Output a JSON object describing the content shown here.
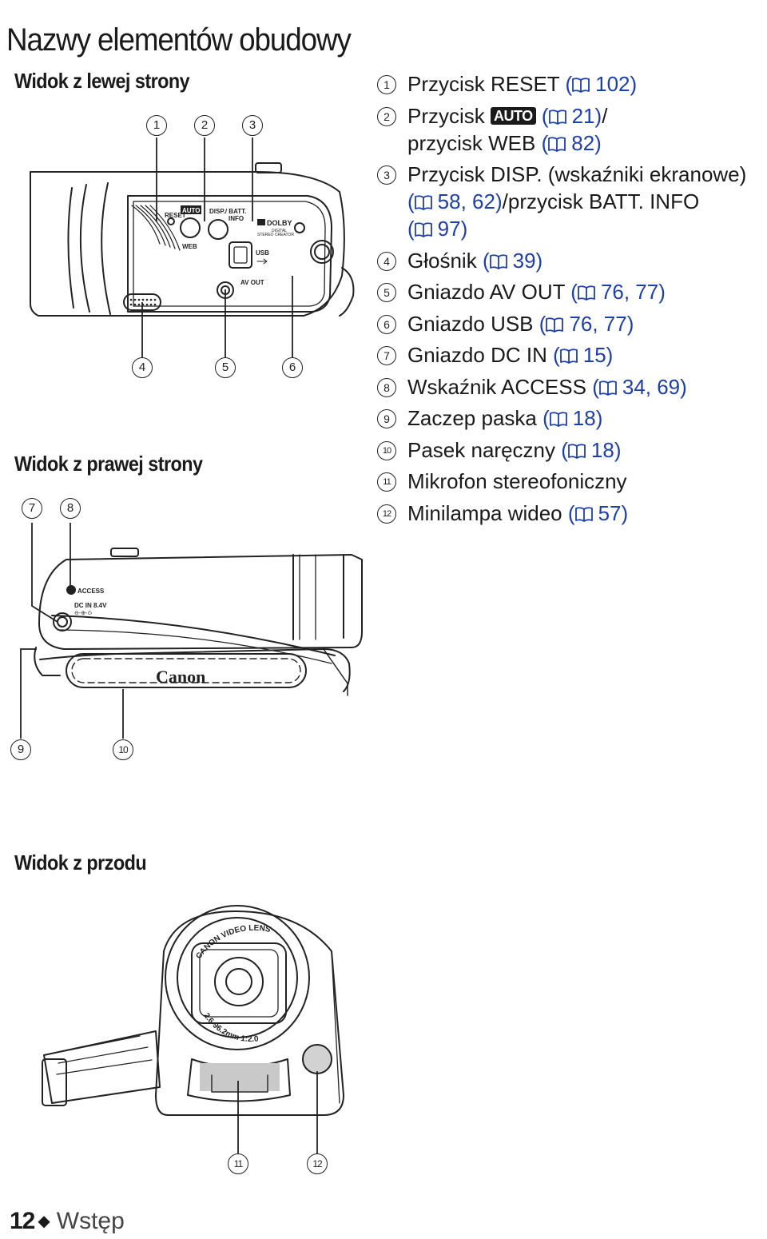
{
  "page_title": "Nazwy elementów obudowy",
  "headings": {
    "left_view": "Widok z lewej strony",
    "right_view": "Widok z prawej strony",
    "front_view": "Widok z przodu"
  },
  "callouts": {
    "c1": "1",
    "c2": "2",
    "c3": "3",
    "c4": "4",
    "c5": "5",
    "c6": "6",
    "c7": "7",
    "c8": "8",
    "c9": "9",
    "c10": "10",
    "c11": "11",
    "c12": "12"
  },
  "parts": [
    {
      "num": "1",
      "name": "Przycisk RESET",
      "ref": "102"
    },
    {
      "num": "2",
      "name_a": "Przycisk",
      "auto_label": "AUTO",
      "ref_a": "21",
      "sep": "/",
      "name_b": "przycisk WEB",
      "ref_b": "82"
    },
    {
      "num": "3",
      "name_a": "Przycisk DISP. (wskaźniki ekranowe)",
      "ref_a": "58, 62",
      "name_b": "/przycisk BATT. INFO",
      "ref_b": "97"
    },
    {
      "num": "4",
      "name": "Głośnik",
      "ref": "39"
    },
    {
      "num": "5",
      "name": "Gniazdo AV OUT",
      "ref": "76, 77"
    },
    {
      "num": "6",
      "name": "Gniazdo USB",
      "ref": "76, 77"
    },
    {
      "num": "7",
      "name": "Gniazdo DC IN",
      "ref": "15"
    },
    {
      "num": "8",
      "name": "Wskaźnik ACCESS",
      "ref": "34, 69"
    },
    {
      "num": "9",
      "name": "Zaczep paska",
      "ref": "18"
    },
    {
      "num": "10",
      "name": "Pasek naręczny",
      "ref": "18"
    },
    {
      "num": "11",
      "name": "Mikrofon stereofoniczny"
    },
    {
      "num": "12",
      "name": "Minilampa wideo",
      "ref": "57"
    }
  ],
  "device_labels": {
    "reset": "RESET",
    "auto": "AUTO",
    "web": "WEB",
    "disp": "DISP./ BATT.",
    "info": "INFO",
    "dolby": "DOLBY",
    "dolby_sub1": "DIGITAL",
    "dolby_sub2": "STEREO CREATOR",
    "usb": "USB",
    "av_out": "AV OUT",
    "access": "ACCESS",
    "dc_in": "DC IN 8.4V",
    "brand": "Canon",
    "lens_top": "CANON VIDEO LENS",
    "lens_bottom": "2.6-96.2mm 1:2.0"
  },
  "footer": {
    "page_number": "12",
    "section": "Wstęp"
  },
  "colors": {
    "text": "#1a1a1a",
    "reference_blue": "#1d3fa8",
    "line_art": "#222222"
  },
  "icons": {
    "reference": "book-icon",
    "separator": "diamond-icon"
  }
}
